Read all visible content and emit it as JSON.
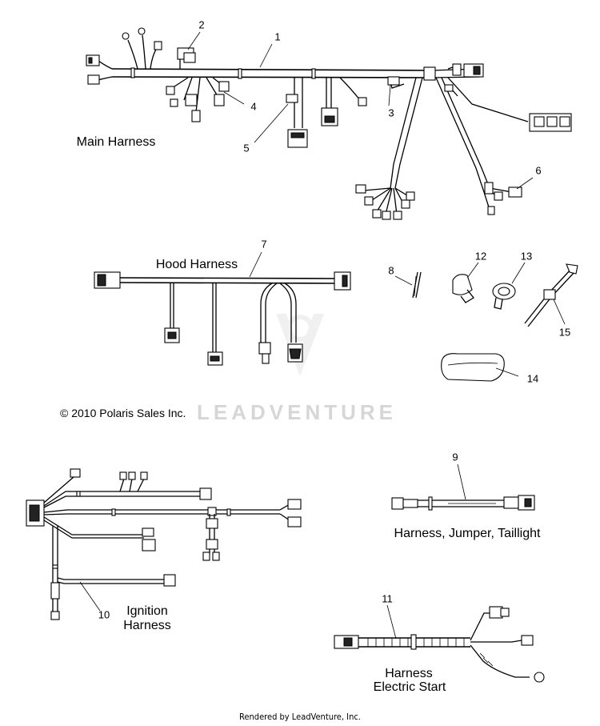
{
  "titles": {
    "main_harness": "Main Harness",
    "hood_harness": "Hood Harness",
    "jumper": "Harness, Jumper, Taillight",
    "ignition_line1": "Ignition",
    "ignition_line2": "Harness",
    "electric_line1": "Harness",
    "electric_line2": "Electric Start"
  },
  "callouts": [
    "1",
    "2",
    "3",
    "4",
    "5",
    "6",
    "7",
    "8",
    "9",
    "10",
    "11",
    "12",
    "13",
    "14",
    "15"
  ],
  "copyright": "© 2010 Polaris Sales Inc.",
  "watermark": "LEADVENTURE",
  "footer": "Rendered by LeadVenture, Inc."
}
